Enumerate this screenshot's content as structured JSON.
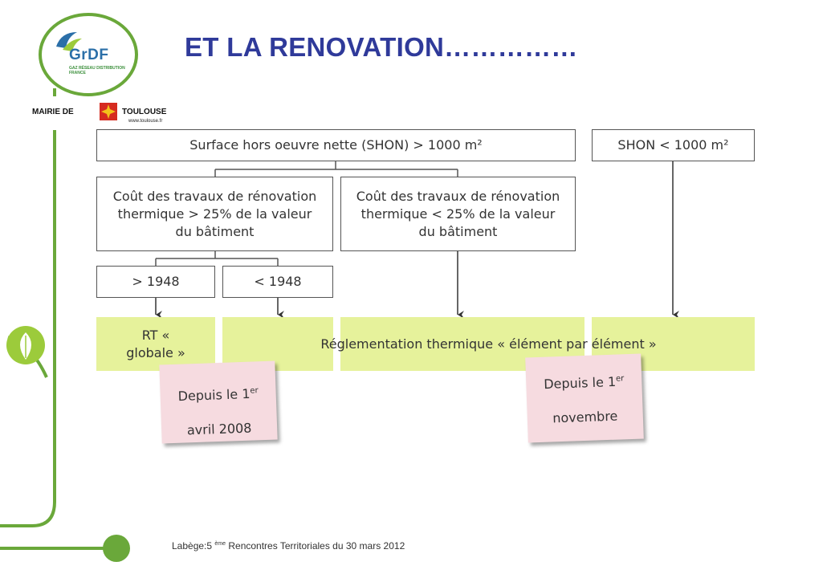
{
  "title": "ET LA RENOVATION……………",
  "logos": {
    "grdf_name": "GrDF",
    "grdf_subtitle": "GAZ RÉSEAU DISTRIBUTION FRANCE",
    "mairie_left": "MAIRIE DE",
    "mairie_right": "TOULOUSE",
    "mairie_url": "www.toulouse.fr"
  },
  "diagram": {
    "shon_large": "Surface hors oeuvre nette (SHON) > 1000 m²",
    "shon_small": "SHON < 1000 m²",
    "cost_high": "Coût des travaux de rénovation thermique > 25% de la valeur du bâtiment",
    "cost_low": "Coût des travaux de rénovation thermique < 25% de la valeur du bâtiment",
    "after_1948": "> 1948",
    "before_1948": "< 1948",
    "rt_global": "RT « globale »",
    "rt_element": "Réglementation thermique « élément par élément »",
    "note_april_prefix": "Depuis le 1",
    "note_april_sup": "er",
    "note_april_rest": "avril 2008",
    "note_nov_prefix": "Depuis le 1",
    "note_nov_sup": "er",
    "note_nov_rest": "novembre"
  },
  "footer": {
    "prefix": "Labège:5 ",
    "sup": "ème",
    "rest": " Rencontres Territoriales  du 30 mars 2012"
  },
  "colors": {
    "title": "#2f3a9a",
    "decor_green": "#6aa83a",
    "result_green": "#e6f29b",
    "note_pink": "#f6dbe0"
  }
}
